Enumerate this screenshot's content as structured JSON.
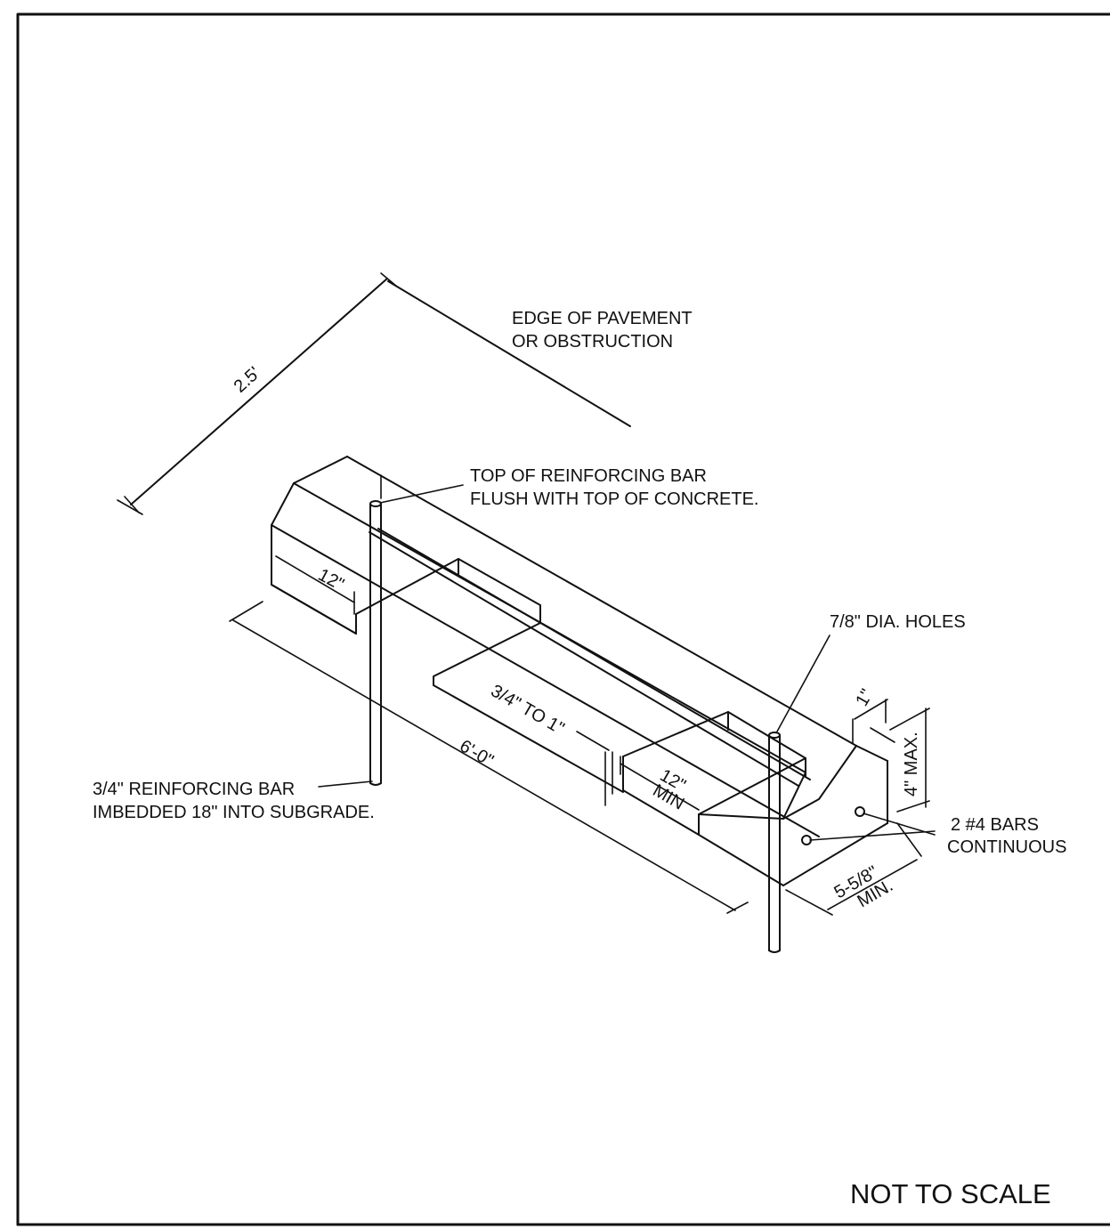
{
  "labels": {
    "dim_2_5": "2.5'",
    "edge_line1": "EDGE OF PAVEMENT",
    "edge_line2": "OR OBSTRUCTION",
    "top_bar_line1": "TOP OF REINFORCING BAR",
    "top_bar_line2": "FLUSH WITH TOP OF CONCRETE.",
    "dim_12_left": "12\"",
    "dim_3_4_to_1": "3/4\" TO 1\"",
    "dim_6_0": "6'-0\"",
    "dim_12_min_a": "12\"",
    "dim_12_min_b": "MIN",
    "holes": "7/8\" DIA. HOLES",
    "dim_1": "1\"",
    "dim_4_max": "4\" MAX.",
    "bars_line1": "2 #4 BARS",
    "bars_line2": "CONTINUOUS",
    "dim_5_5_8": "5-5/8\"",
    "dim_5_5_8_min": "MIN.",
    "rebar_line1": "3/4\" REINFORCING BAR",
    "rebar_line2": "IMBEDDED 18\" INTO SUBGRADE.",
    "scale_note": "NOT TO SCALE"
  }
}
